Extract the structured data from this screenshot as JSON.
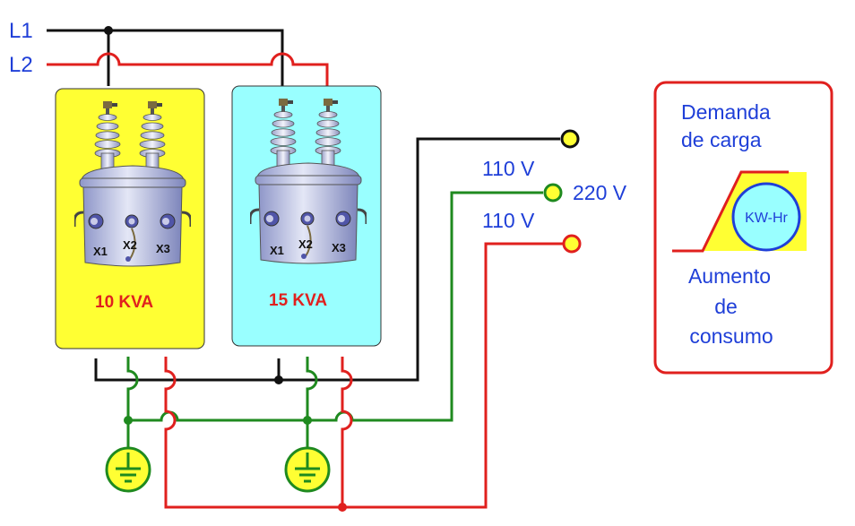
{
  "lines": {
    "l1": "L1",
    "l2": "L2"
  },
  "transformers": [
    {
      "rating": "10 KVA",
      "terminals": [
        "X1",
        "X2",
        "X3"
      ],
      "color": "#ffff33"
    },
    {
      "rating": "15 KVA",
      "terminals": [
        "X1",
        "X2",
        "X3"
      ],
      "color": "#99ffff"
    }
  ],
  "outputs": {
    "top": "110 V",
    "middle": "220 V",
    "bottom": "110 V"
  },
  "panel": {
    "demand_label_line1": "Demanda",
    "demand_label_line2": "de carga",
    "meter_label": "KW-Hr",
    "increase_line1": "Aumento",
    "increase_line2": "de",
    "increase_line3": "consumo"
  },
  "colors": {
    "line1": "#111111",
    "line2": "#e0201e",
    "neutral": "#1f8a1f",
    "label": "#1f3fd8",
    "panel_border": "#e0201e"
  }
}
